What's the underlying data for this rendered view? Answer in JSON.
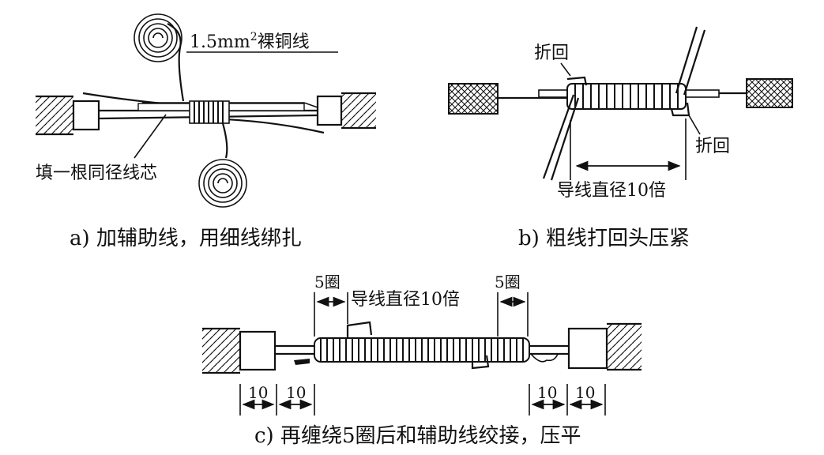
{
  "panel_a": {
    "wire_label_prefix": "1.5mm",
    "wire_label_sup": "2",
    "wire_label_suffix": "裸铜线",
    "filler_label": "填一根同径线芯",
    "caption": "a) 加辅助线，用细线绑扎"
  },
  "panel_b": {
    "fold_label_top": "折回",
    "fold_label_right": "折回",
    "length_label": "导线直径10倍",
    "caption": "b) 粗线打回头压紧"
  },
  "panel_c": {
    "turns_left": "5圈",
    "length_label": "导线直径10倍",
    "turns_right": "5圈",
    "dim_1": "10",
    "dim_2": "10",
    "dim_3": "10",
    "dim_4": "10",
    "caption": "c) 再缠绕5圈后和辅助线绞接，压平"
  }
}
